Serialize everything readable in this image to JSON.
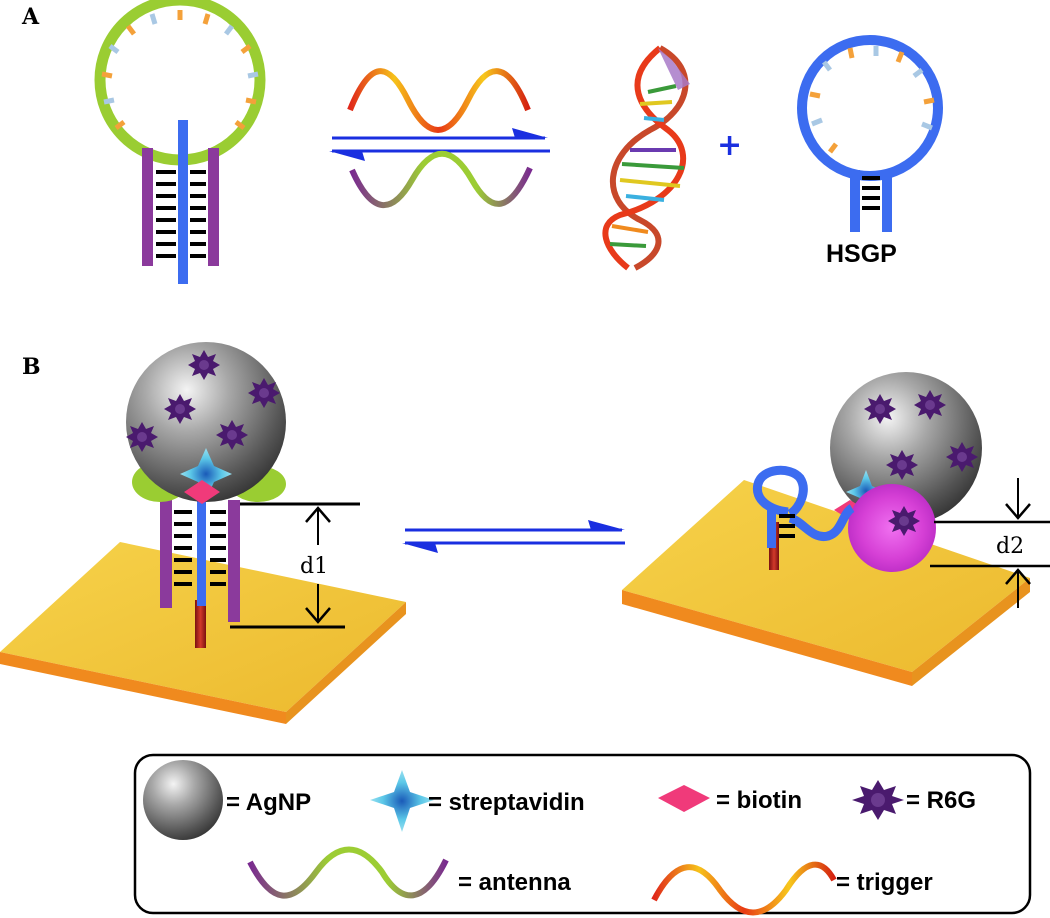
{
  "panels": {
    "a_label": "A",
    "b_label": "B"
  },
  "labels": {
    "hsgp": "HSGP",
    "plus": "+",
    "d1": "d1",
    "d2": "d2"
  },
  "legend": {
    "agnp": "= AgNP",
    "streptavidin": "= streptavidin",
    "biotin": "= biotin",
    "r6g": "= R6G",
    "antenna": "= antenna",
    "trigger": "= trigger"
  },
  "colors": {
    "loop_green": "#9acd32",
    "probe_blue": "#3c6cf0",
    "antenna_purple": "#8b3a9c",
    "surface_gold": "#f0c43a",
    "surface_edge": "#f08a1e",
    "arrow_blue": "#1a2fe0",
    "biotin_pink": "#f03a7a",
    "r6g_purple": "#4a1a6e",
    "glow_magenta": "#e040e0"
  },
  "icons": [
    "agnp-sphere",
    "streptavidin-star",
    "biotin-diamond",
    "r6g-burst",
    "antenna-wave",
    "trigger-wave",
    "dna-helix",
    "equilibrium-arrow"
  ]
}
